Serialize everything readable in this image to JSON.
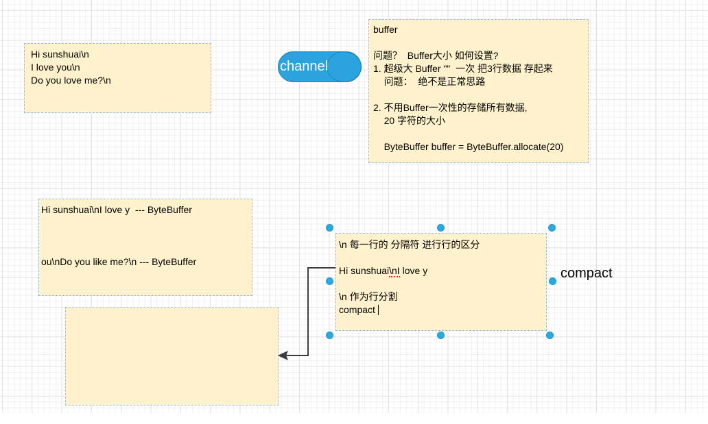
{
  "colors": {
    "note_fill": "#FFF2CC",
    "note_border": "#92BCE8",
    "channel_fill": "#2BA3DF",
    "channel_border": "#1C82BC",
    "selection_handle": "#29ABE2",
    "arrow": "#3d3d3d",
    "spellcheck": "#ff2d2d"
  },
  "notes": {
    "source": {
      "text": "Hi sunshuai\\n\nI love you\\n\nDo you love me?\\n"
    },
    "buffer": {
      "text": "buffer\n\n问题？  Buffer大小 如何设置?\n1. 超级大 Buffer \"\"  一次 把3行数据 存起来\n    问题：  绝不是正常思路\n\n2. 不用Buffer一次性的存储所有数据,\n    20 字符的大小\n\n    ByteBuffer buffer = ByteBuffer.allocate(20)"
    },
    "bytebuffer": {
      "line1": "Hi sunshuai\\nI love y  --- ByteBuffer",
      "line2": "ou\\nDo you like me?\\n --- ByteBuffer"
    },
    "compact_note": {
      "line1": "\\n 每一行的 分隔符 进行行的区分",
      "line3_pre": "Hi sunshuai",
      "line3_marked": "\\nI",
      "line3_post": " love y",
      "line5": "\\n 作为行分割",
      "line6": "compact"
    }
  },
  "shapes": {
    "channel": {
      "label": "channel"
    }
  },
  "labels": {
    "compact": "compact"
  }
}
